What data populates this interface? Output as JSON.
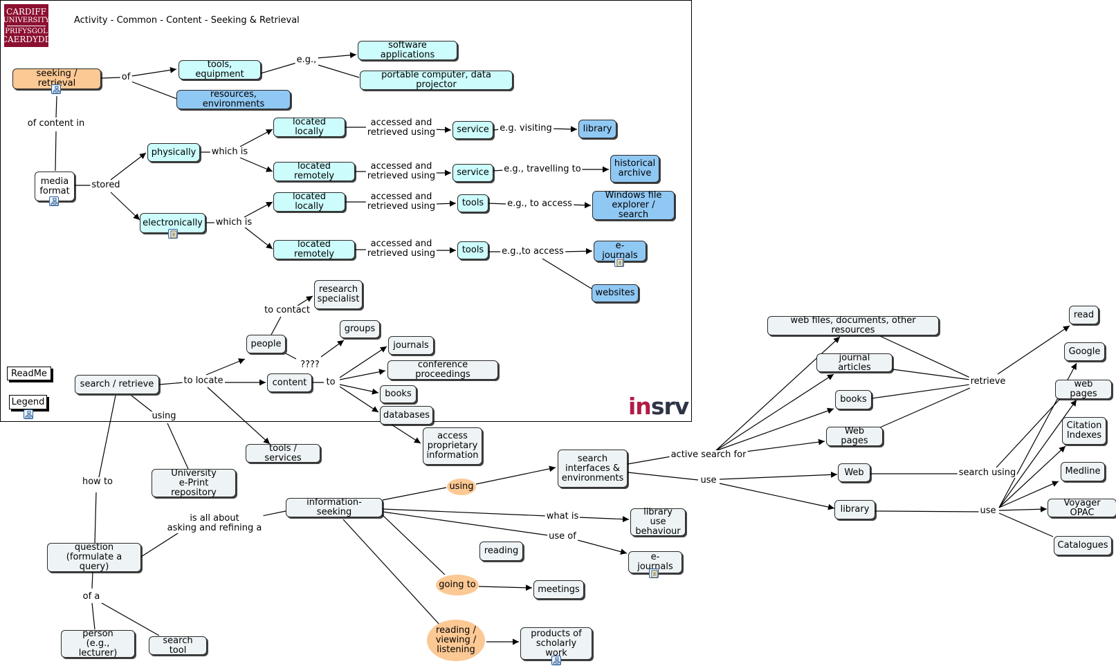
{
  "title": "Activity - Common - Content - Seeking & Retrieval",
  "logo": {
    "line1": "CARDIFF",
    "line2": "UNIVERSITY",
    "line3": "PRIFYSGOL",
    "line4": "CAERDYDD"
  },
  "brand": {
    "part1": "in",
    "part2": "srv"
  },
  "buttons": {
    "readme": "ReadMe",
    "legend": "Legend"
  },
  "nodes": {
    "seeking": "seeking / retrieval",
    "tools_equipment": "tools, equipment",
    "software_apps": "software applications",
    "portable_computer": "portable computer, data projector",
    "resources_env": "resources, environments",
    "media_format": "media\nformat",
    "physically": "physically",
    "electronically": "electronically",
    "loc_local_1": "located locally",
    "loc_remote_1": "located remotely",
    "loc_local_2": "located locally",
    "loc_remote_2": "located remotely",
    "service_1": "service",
    "service_2": "service",
    "tools_1": "tools",
    "tools_2": "tools",
    "library_top": "library",
    "historical_archive": "historical\narchive",
    "windows_explorer": "Windows file\nexplorer / search",
    "ejournals_top": "e-journals",
    "websites": "websites",
    "research_specialist": "research\nspecialist",
    "people": "people",
    "groups": "groups",
    "journals": "journals",
    "conference": "conference proceedings",
    "content": "content",
    "books_mid": "books",
    "databases": "databases",
    "access_proprietary": "access\nproprietary\ninformation",
    "search_retrieve": "search / retrieve",
    "tools_services": "tools / services",
    "eprint": "University\ne-Print repository",
    "information_seeking": "information-seeking",
    "question": "question\n(formulate a query)",
    "person": "person\n(e.g., lecturer)",
    "search_tool": "search tool",
    "search_interfaces": "search\ninterfaces &\nenvironments",
    "library_use": "library use\nbehaviour",
    "reading": "reading",
    "ejournals_bottom": "e-journals",
    "meetings": "meetings",
    "products": "products of\nscholarly work",
    "web_files": "web files, documents, other resources",
    "journal_articles": "journal articles",
    "books_right": "books",
    "web_pages": "Web pages",
    "web": "Web",
    "library_right": "library",
    "read": "read",
    "google": "Google",
    "web_pages_2": "web pages",
    "citation": "Citation\nIndexes",
    "medline": "Medline",
    "voyager": "Voyager OPAC",
    "catalogues": "Catalogues",
    "using_oval": "using",
    "going_to": "going to",
    "reading_viewing": "reading /\nviewing /\nlistening"
  },
  "labels": {
    "of": "of",
    "eg": "e.g.,",
    "of_content_in": "of content in",
    "stored": "stored",
    "which_is_1": "which is",
    "which_is_2": "which is",
    "accessed_1": "accessed and\nretrieved using",
    "accessed_2": "accessed and\nretrieved using",
    "accessed_3": "accessed and\nretrieved using",
    "accessed_4": "accessed and\nretrieved using",
    "eg_visiting": "e.g. visiting",
    "eg_travelling": "e.g., travelling to",
    "eg_to_access_1": "e.g., to access",
    "eg_to_access_2": "e.g.,to access",
    "to_contact": "to contact",
    "qqqq": "????",
    "to_locate": "to locate",
    "to": "to",
    "using": "using",
    "how_to": "how to",
    "is_all_about": "is all about\nasking and refining a",
    "of_a": "of a",
    "what_is": "what is",
    "use_of": "use of",
    "active_search_for": "active search for",
    "use_1": "use",
    "retrieve": "retrieve",
    "search_using": "search using",
    "use_2": "use"
  }
}
